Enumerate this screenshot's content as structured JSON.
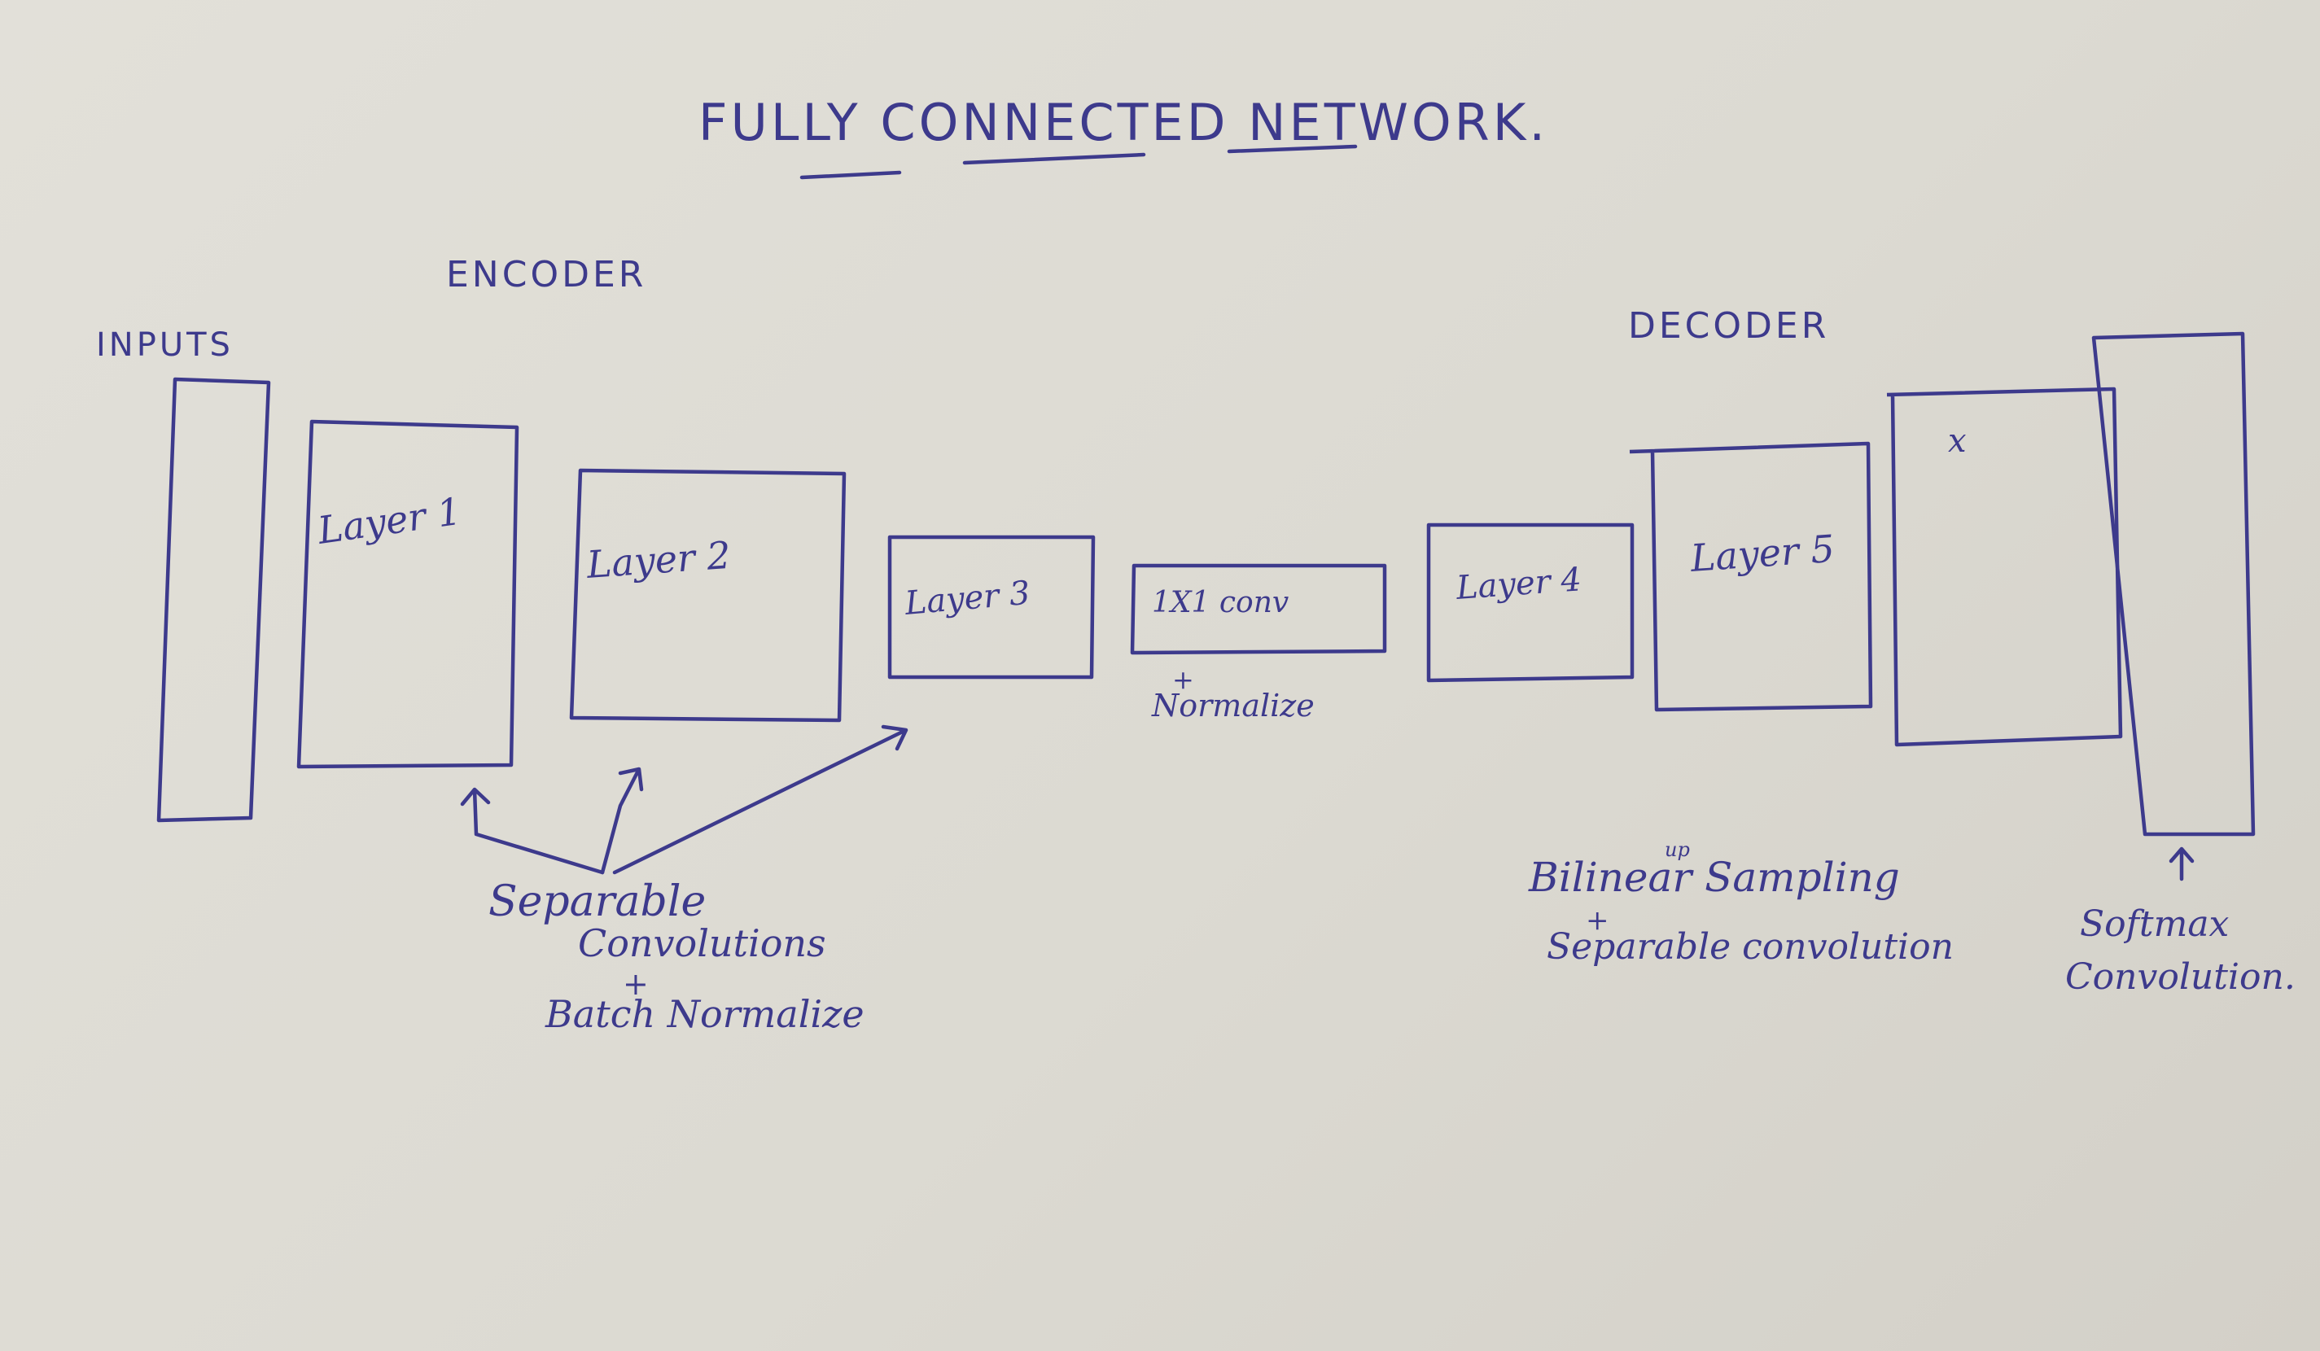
{
  "title": "FULLY CONNECTED NETWORK.",
  "section_labels": {
    "encoder": "ENCODER",
    "decoder": "DECODER",
    "inputs": "INPUTS"
  },
  "blocks": {
    "layer1": "Layer 1",
    "layer2": "Layer 2",
    "layer3": "Layer 3",
    "conv1x1": "1X1 conv",
    "layer4": "Layer 4",
    "layer5": "Layer 5",
    "x_mark": "x"
  },
  "annotations": {
    "conv1x1_plus": "+",
    "conv1x1_normalize": "Normalize",
    "encoder_line1": "Separable",
    "encoder_line2": "Convolutions",
    "encoder_plus": "+",
    "encoder_line3": "Batch Normalize",
    "decoder_line1": "Bilinear Sampling",
    "decoder_up": "up",
    "decoder_plus": "+",
    "decoder_line2": "Separable convolution",
    "softmax_line1": "Softmax",
    "softmax_line2": "Convolution."
  }
}
